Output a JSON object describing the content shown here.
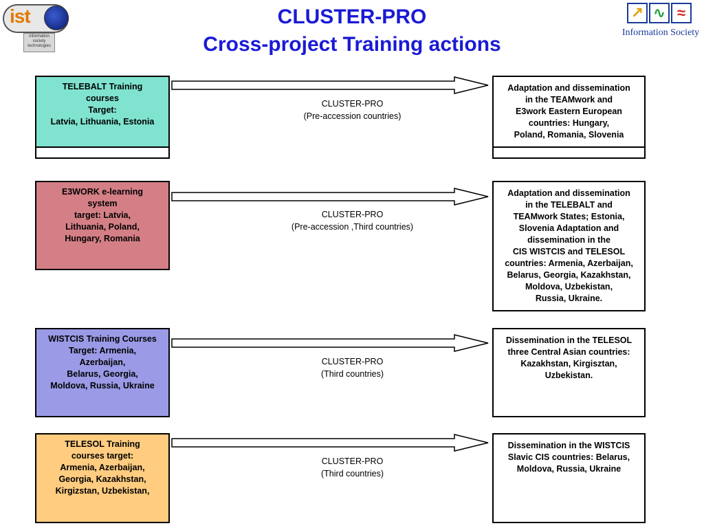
{
  "header": {
    "title_line1": "CLUSTER-PRO",
    "title_line2": "Cross-project Training actions"
  },
  "logos": {
    "ist": {
      "mark": "ist",
      "subtitle": [
        "information",
        "society",
        "technologies"
      ]
    },
    "info_society": {
      "text": "Information Society"
    }
  },
  "rows": [
    {
      "source": [
        "TELEBALT Training",
        "courses",
        "Target:",
        "Latvia, Lithuania, Estonia"
      ],
      "link": [
        "CLUSTER-PRO",
        "(Pre-accession countries)"
      ],
      "target": [
        "Adaptation and dissemination",
        "in the TEAMwork and",
        "E3work Eastern European",
        "countries: Hungary,",
        "Poland, Romania, Slovenia"
      ]
    },
    {
      "source": [
        "E3WORK e-learning",
        "system",
        "target: Latvia,",
        "Lithuania, Poland,",
        "Hungary, Romania"
      ],
      "link": [
        "CLUSTER-PRO",
        "(Pre-accession ,Third countries)"
      ],
      "target": [
        "Adaptation and dissemination",
        "in the TELEBALT and",
        "TEAMwork States; Estonia,",
        "Slovenia Adaptation and",
        "dissemination in the",
        "CIS WISTCIS and TELESOL",
        "countries: Armenia, Azerbaijan,",
        "Belarus, Georgia, Kazakhstan,",
        "Moldova, Uzbekistan,",
        "Russia, Ukraine."
      ]
    },
    {
      "source": [
        "WISTCIS Training Courses",
        "Target: Armenia,",
        "Azerbaijan,",
        "Belarus, Georgia,",
        "Moldova, Russia, Ukraine"
      ],
      "link": [
        "CLUSTER-PRO",
        "(Third countries)"
      ],
      "target": [
        "Dissemination in the TELESOL",
        "three Central Asian countries:",
        "Kazakhstan, Kirgisztan,",
        "Uzbekistan."
      ]
    },
    {
      "source": [
        "TELESOL Training",
        "courses target:",
        "Armenia, Azerbaijan,",
        "Georgia, Kazakhstan,",
        "Kirgizstan, Uzbekistan,"
      ],
      "link": [
        "CLUSTER-PRO",
        "(Third countries)"
      ],
      "target": [
        "Dissemination in the WISTCIS",
        "Slavic CIS countries: Belarus,",
        "Moldova, Russia, Ukraine"
      ]
    }
  ],
  "colors": {
    "title": "#1a1ad6",
    "row1": "#7fe3cf",
    "row2": "#d47f86",
    "row3": "#9a9ae6",
    "row4": "#ffcc80"
  }
}
